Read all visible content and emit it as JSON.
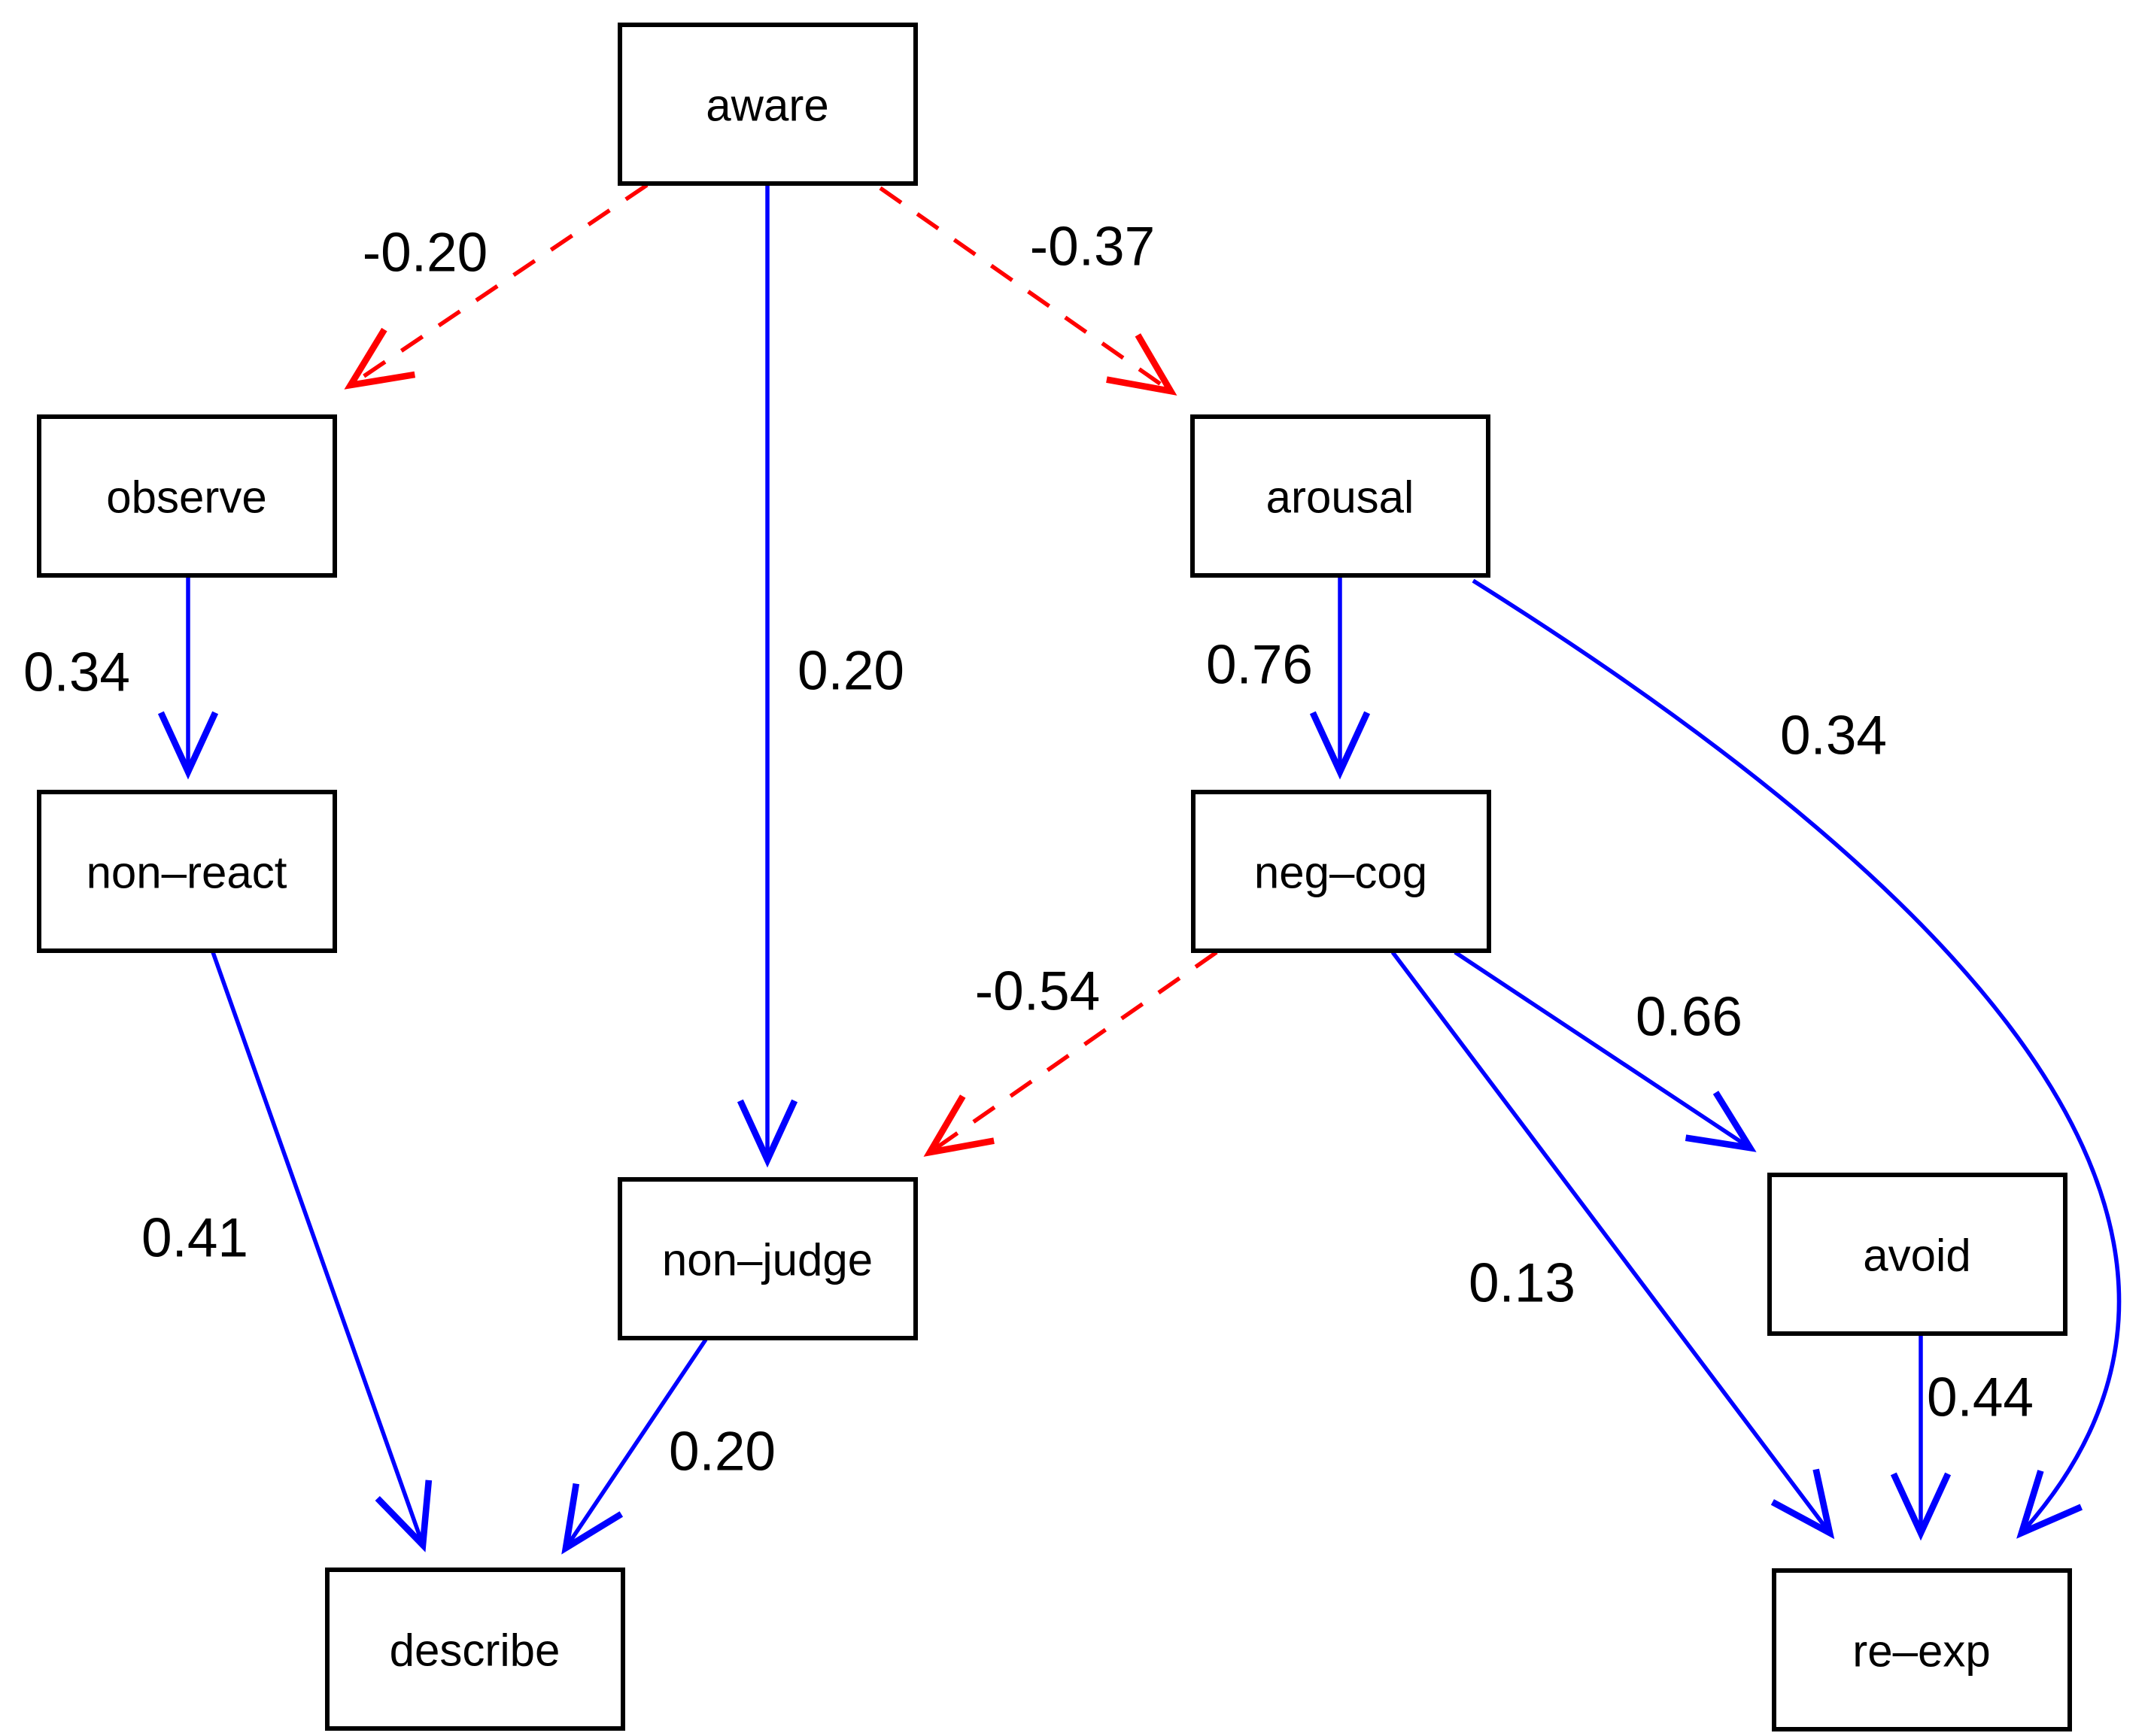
{
  "figure": {
    "type": "path-diagram",
    "description": "Mindfulness facets and PTSD symptom path model with standardized coefficients",
    "background": "#ffffff"
  },
  "colors": {
    "positive_edge": "#0000ff",
    "negative_edge": "#ff0000",
    "node_border": "#000000",
    "text": "#000000"
  },
  "nodes": {
    "aware": {
      "label": "aware"
    },
    "observe": {
      "label": "observe"
    },
    "arousal": {
      "label": "arousal"
    },
    "non_react": {
      "label": "non–react"
    },
    "neg_cog": {
      "label": "neg–cog"
    },
    "non_judge": {
      "label": "non–judge"
    },
    "avoid": {
      "label": "avoid"
    },
    "describe": {
      "label": "describe"
    },
    "re_exp": {
      "label": "re–exp"
    }
  },
  "edges": {
    "aware_observe": {
      "from": "aware",
      "to": "observe",
      "weight": "-0.20",
      "style": "dashed",
      "color": "#ff0000"
    },
    "aware_arousal": {
      "from": "aware",
      "to": "arousal",
      "weight": "-0.37",
      "style": "dashed",
      "color": "#ff0000"
    },
    "aware_non_judge": {
      "from": "aware",
      "to": "non_judge",
      "weight": "0.20",
      "style": "solid",
      "color": "#0000ff"
    },
    "observe_non_react": {
      "from": "observe",
      "to": "non_react",
      "weight": "0.34",
      "style": "solid",
      "color": "#0000ff"
    },
    "arousal_neg_cog": {
      "from": "arousal",
      "to": "neg_cog",
      "weight": "0.76",
      "style": "solid",
      "color": "#0000ff"
    },
    "arousal_re_exp": {
      "from": "arousal",
      "to": "re_exp",
      "weight": "0.34",
      "style": "solid",
      "color": "#0000ff"
    },
    "non_react_describe": {
      "from": "non_react",
      "to": "describe",
      "weight": "0.41",
      "style": "solid",
      "color": "#0000ff"
    },
    "non_judge_describe": {
      "from": "non_judge",
      "to": "describe",
      "weight": "0.20",
      "style": "solid",
      "color": "#0000ff"
    },
    "neg_cog_non_judge": {
      "from": "neg_cog",
      "to": "non_judge",
      "weight": "-0.54",
      "style": "dashed",
      "color": "#ff0000"
    },
    "neg_cog_avoid": {
      "from": "neg_cog",
      "to": "avoid",
      "weight": "0.66",
      "style": "solid",
      "color": "#0000ff"
    },
    "neg_cog_re_exp": {
      "from": "neg_cog",
      "to": "re_exp",
      "weight": "0.13",
      "style": "solid",
      "color": "#0000ff"
    },
    "avoid_re_exp": {
      "from": "avoid",
      "to": "re_exp",
      "weight": "0.44",
      "style": "solid",
      "color": "#0000ff"
    }
  }
}
